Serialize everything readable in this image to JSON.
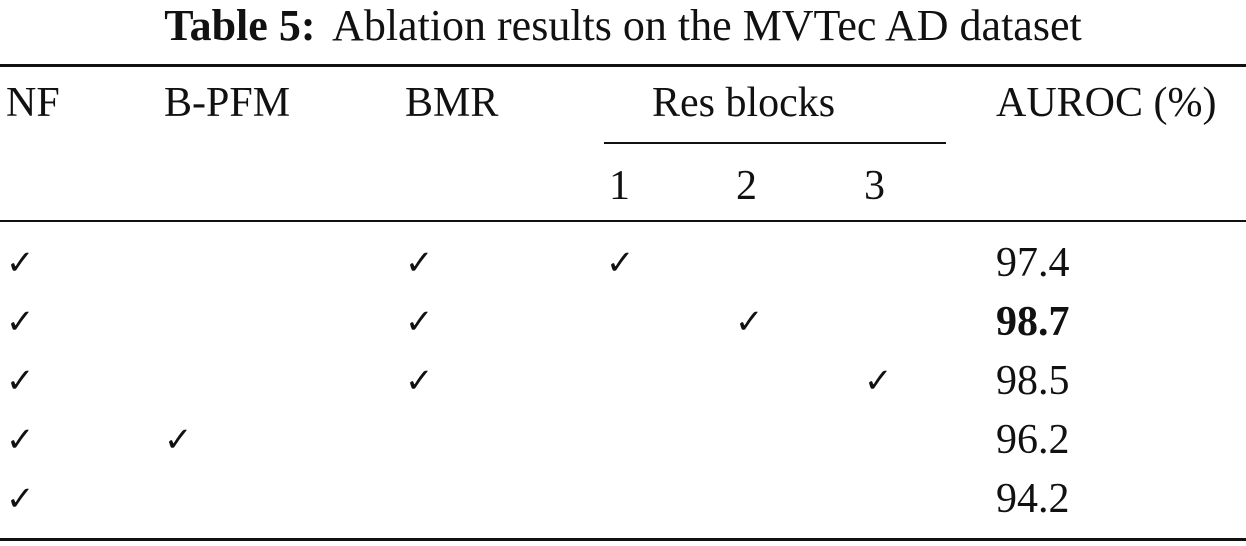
{
  "caption": {
    "label": "Table 5:",
    "text": "Ablation results on the MVTec AD dataset"
  },
  "table": {
    "headers": [
      "NF",
      "B-PFM",
      "BMR",
      "Res blocks",
      "AUROC (%)"
    ],
    "subheaders": [
      "1",
      "2",
      "3"
    ],
    "check_mark": "✓",
    "rows": [
      {
        "nf": "✓",
        "bpfm": "",
        "bmr": "✓",
        "res1": "✓",
        "res2": "",
        "res3": "",
        "auroc": "97.4",
        "best": false
      },
      {
        "nf": "✓",
        "bpfm": "",
        "bmr": "✓",
        "res1": "",
        "res2": "✓",
        "res3": "",
        "auroc": "98.7",
        "best": true
      },
      {
        "nf": "✓",
        "bpfm": "",
        "bmr": "✓",
        "res1": "",
        "res2": "",
        "res3": "✓",
        "auroc": "98.5",
        "best": false
      },
      {
        "nf": "✓",
        "bpfm": "✓",
        "bmr": "",
        "res1": "",
        "res2": "",
        "res3": "",
        "auroc": "96.2",
        "best": false
      },
      {
        "nf": "✓",
        "bpfm": "",
        "bmr": "",
        "res1": "",
        "res2": "",
        "res3": "",
        "auroc": "94.2",
        "best": false
      }
    ]
  }
}
